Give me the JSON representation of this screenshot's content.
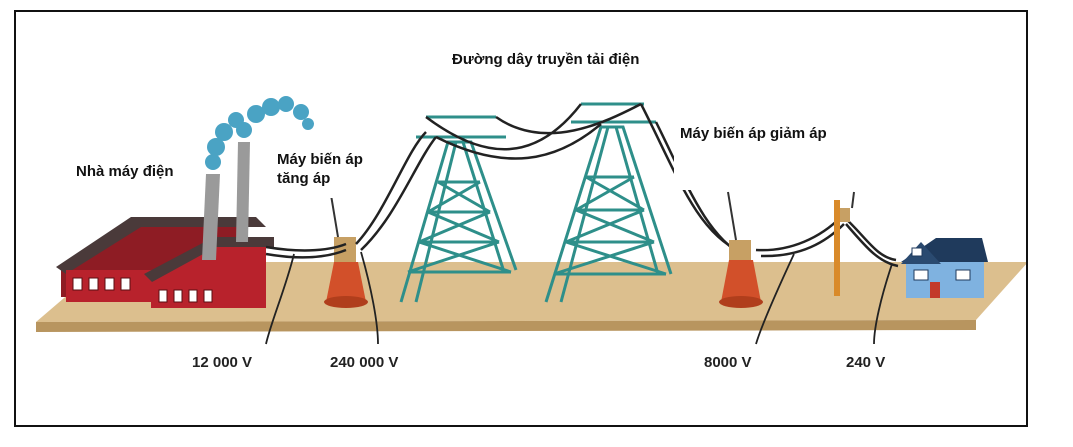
{
  "labels": {
    "power_plant": "Nhà máy điện",
    "step_up_transformer": "Máy biến áp tăng áp",
    "transmission_line": "Đường dây truyền tải điện",
    "step_down_transformer": "Máy biến áp giảm áp"
  },
  "voltages": [
    "12 000 V",
    "240 000 V",
    "8000 V",
    "240 V"
  ],
  "colors": {
    "ground": "#dcbf8e",
    "ground_edge": "#b8955f",
    "factory_red": "#b8222c",
    "roof": "#4a3a3a",
    "tower": "#2e8f8a",
    "transformer": "#d2502a",
    "house": "#7fb2e0",
    "smoke": "#4aa3c4"
  }
}
